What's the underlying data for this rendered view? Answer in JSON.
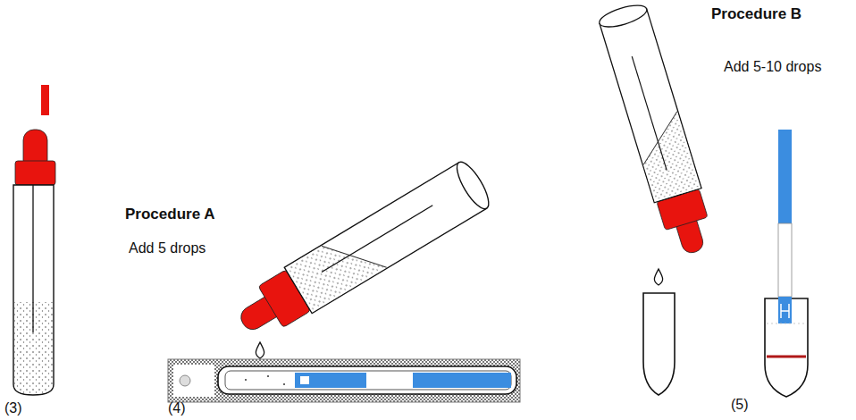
{
  "diagram": {
    "labels": [
      "Procedure B",
      "Add 5-10 drops",
      "Procedure A",
      "Add 5 drops",
      "(3)",
      "(4)",
      "(5)"
    ]
  }
}
